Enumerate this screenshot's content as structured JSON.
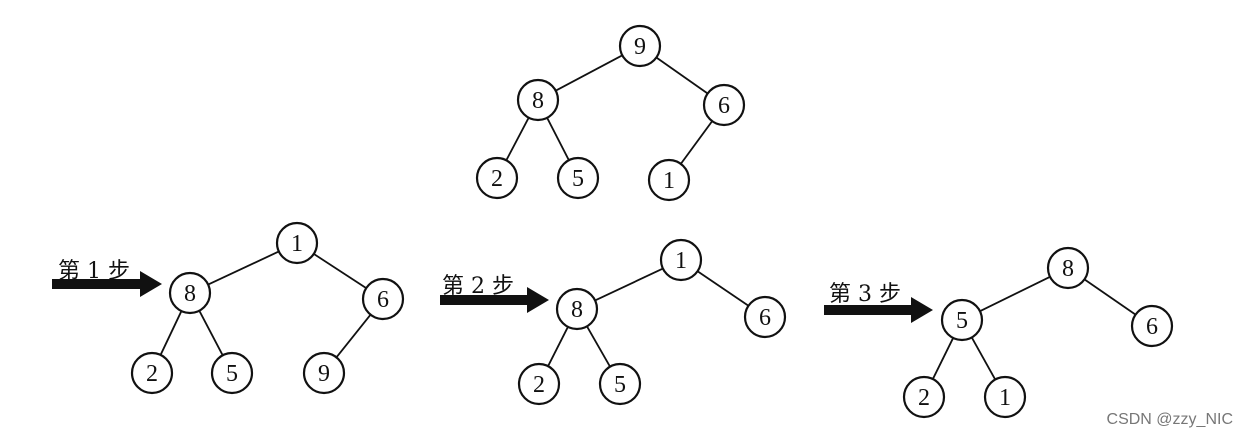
{
  "trees": [
    {
      "id": "initial",
      "step_label": "",
      "nodes": [
        "9",
        "8",
        "6",
        "2",
        "5",
        "1"
      ],
      "edges": [
        [
          0,
          1
        ],
        [
          0,
          2
        ],
        [
          1,
          3
        ],
        [
          1,
          4
        ],
        [
          2,
          5
        ]
      ]
    },
    {
      "id": "step1",
      "step_label": "第 1 步",
      "nodes": [
        "1",
        "8",
        "6",
        "2",
        "5",
        "9"
      ],
      "edges": [
        [
          0,
          1
        ],
        [
          0,
          2
        ],
        [
          1,
          3
        ],
        [
          1,
          4
        ],
        [
          2,
          5
        ]
      ]
    },
    {
      "id": "step2",
      "step_label": "第 2 步",
      "nodes": [
        "1",
        "8",
        "6",
        "2",
        "5"
      ],
      "edges": [
        [
          0,
          1
        ],
        [
          0,
          2
        ],
        [
          1,
          3
        ],
        [
          1,
          4
        ]
      ]
    },
    {
      "id": "step3",
      "step_label": "第 3 步",
      "nodes": [
        "8",
        "5",
        "6",
        "2",
        "1"
      ],
      "edges": [
        [
          0,
          1
        ],
        [
          0,
          2
        ],
        [
          1,
          3
        ],
        [
          1,
          4
        ]
      ]
    }
  ],
  "watermark": "CSDN @zzy_NIC"
}
